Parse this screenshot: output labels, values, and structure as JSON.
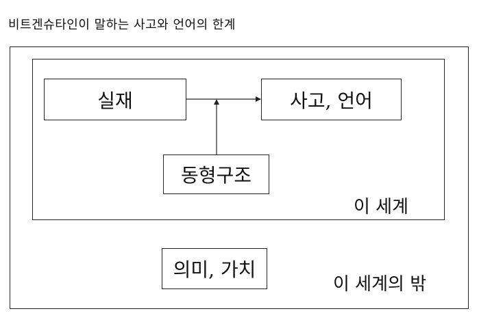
{
  "caption": "비트겐슈타인이 말하는 사고와 언어의 한계",
  "boxes": {
    "reality": "실재",
    "thought_language": "사고, 언어",
    "isomorphism": "동형구조",
    "meaning_value": "의미, 가치"
  },
  "regions": {
    "this_world": "이 세계",
    "outside_world": "이 세계의 밖"
  },
  "colors": {
    "line": "#222222",
    "background": "#ffffff"
  }
}
